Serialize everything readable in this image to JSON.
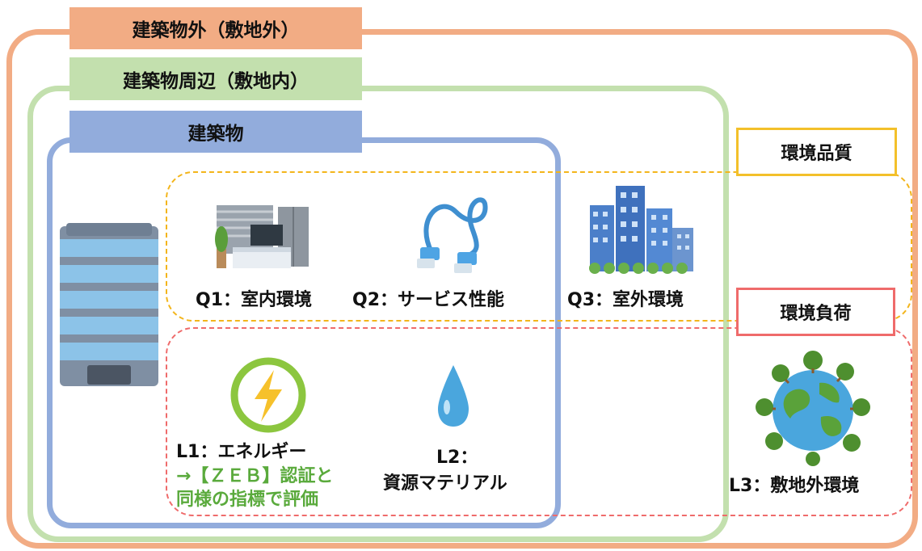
{
  "frames": {
    "outer_label": "建築物外（敷地外）",
    "mid_label": "建築物周辺（敷地内）",
    "inner_label": "建築物"
  },
  "categories": {
    "quality": "環境品質",
    "load": "環境負荷"
  },
  "items": {
    "q1": "Q1：室内環境",
    "q2": "Q2：サービス性能",
    "q3": "Q3：室外環境",
    "l1": "L1：エネルギー",
    "l1_note_line1": "→【ＺＥＢ】認証と",
    "l1_note_line2": "同様の指標で評価",
    "l2_line1": "L2：",
    "l2_line2": "資源マテリアル",
    "l3": "L3：敷地外環境"
  },
  "colors": {
    "outer": "#f2ac84",
    "mid": "#c3e0ae",
    "inner": "#92acdc",
    "quality_dash": "#f3b51b",
    "load_dash": "#ef6b6b",
    "note_green": "#5aaa3c"
  },
  "icons": [
    "building-icon",
    "office-desk-icon",
    "network-cable-icon",
    "city-buildings-icon",
    "lightning-energy-icon",
    "water-drop-icon",
    "earth-trees-icon"
  ]
}
